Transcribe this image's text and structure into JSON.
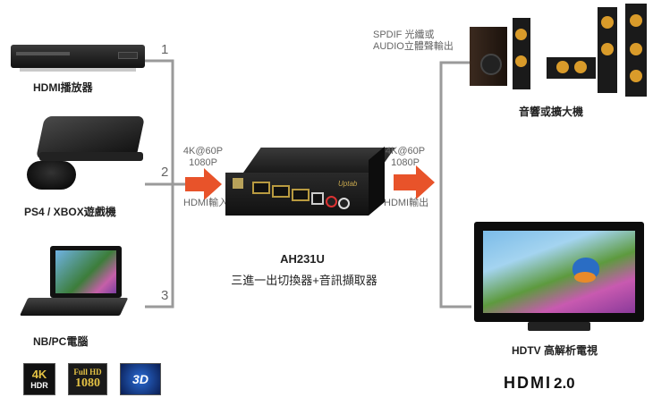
{
  "inputs": [
    {
      "label": "HDMI播放器",
      "port": "1"
    },
    {
      "label": "PS4 / XBOX遊戲機",
      "port": "2"
    },
    {
      "label": "NB/PC電腦",
      "port": "3"
    }
  ],
  "input_spec": {
    "line1": "4K@60P",
    "line2": "1080P",
    "caption": "HDMI輸入"
  },
  "output_spec": {
    "line1": "4K@60P",
    "line2": "1080P",
    "caption": "HDMI輸出"
  },
  "device": {
    "model": "AH231U",
    "description": "三進一出切換器+音訊擷取器",
    "brand": "Uptab"
  },
  "audio_out": {
    "line1": "SPDIF 光纖或",
    "line2": "AUDIO立體聲輸出"
  },
  "speakers": {
    "label": "音響或擴大機"
  },
  "tv": {
    "label": "HDTV 高解析電視"
  },
  "badges": [
    {
      "top": "4K",
      "bottom": "HDR"
    },
    {
      "top": "Full HD",
      "bottom": "1080"
    },
    {
      "top": "3D",
      "bottom": ""
    }
  ],
  "hdmi_logo": {
    "text": "HDMI",
    "version": "2.0"
  },
  "colors": {
    "line": "#9a9a9a",
    "arrow": "#e8532a",
    "device": "#1b1b1b"
  }
}
